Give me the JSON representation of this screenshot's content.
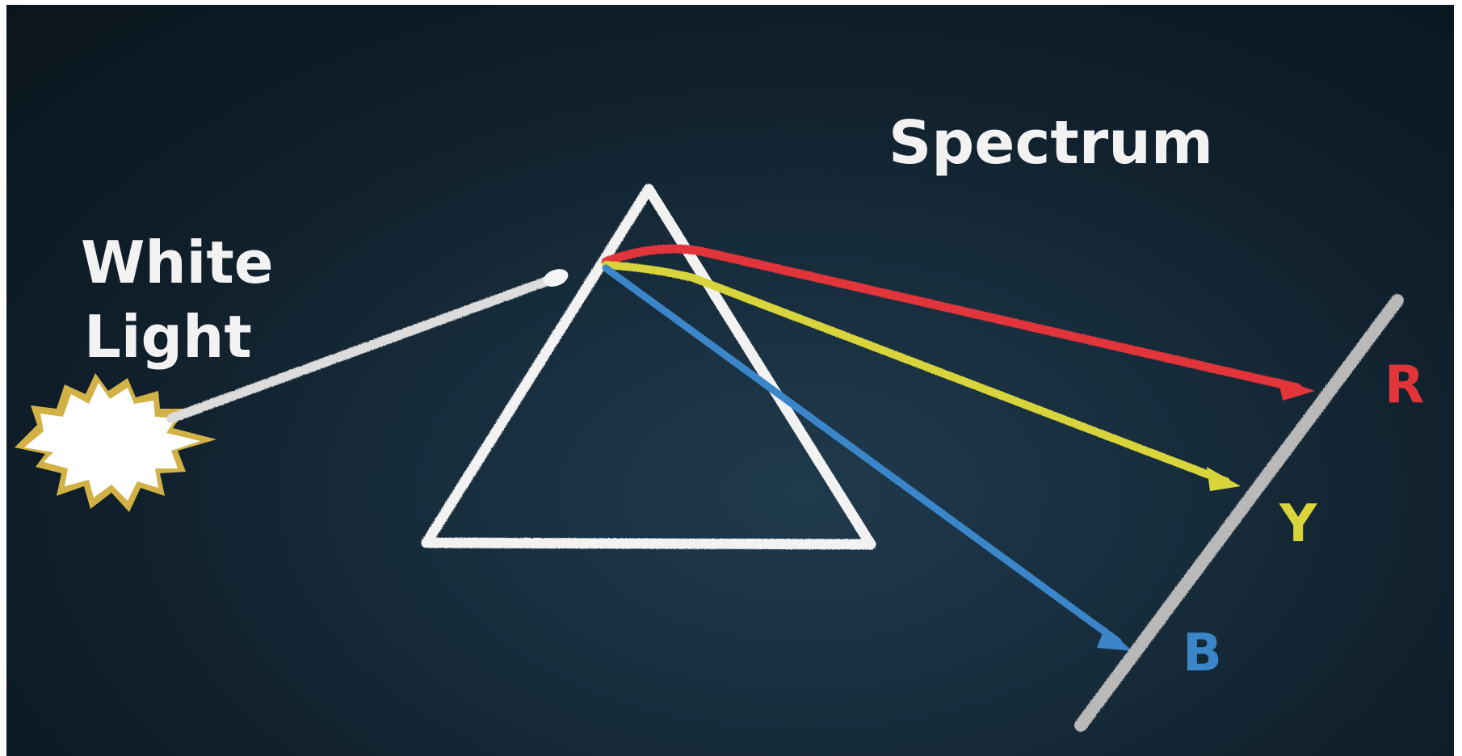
{
  "labels": {
    "spectrum": "Spectrum",
    "white_line1": "White",
    "white_line2": "Light",
    "red": "R",
    "yellow": "Y",
    "blue": "B"
  },
  "colors": {
    "background": "#142635",
    "chalk_white": "#f2f2f2",
    "red": "#e1353a",
    "yellow": "#d8d43a",
    "blue": "#3a86c8",
    "screen": "#b9b9b9",
    "source_glow": "#e8c24a"
  }
}
